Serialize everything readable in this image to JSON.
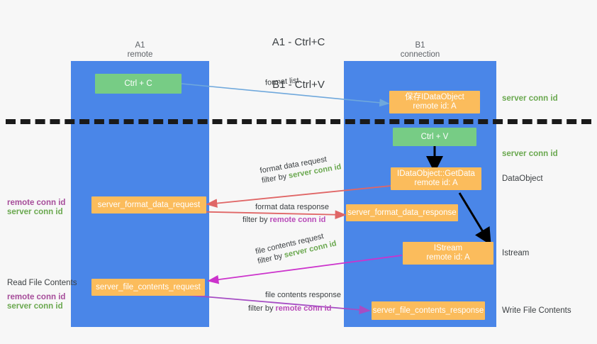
{
  "title": {
    "line1": "A1 - Ctrl+C",
    "line2": "B1 - Ctrl+V"
  },
  "colors": {
    "lane": "#4a86e8",
    "green_box": "#77cc85",
    "orange_box": "#fbbc5c",
    "server_conn": "#6aa84f",
    "remote_conn": "#b84ab8",
    "arrow_blue": "#6fa8dc",
    "arrow_red": "#e06666",
    "arrow_black": "#000000",
    "arrow_magenta": "#cc33cc",
    "arrow_purple": "#a64dc4",
    "divider": "#1a1a1a",
    "background": "#f7f7f7"
  },
  "columns": [
    {
      "name": "A1",
      "sub": "remote"
    },
    {
      "name": "B1",
      "sub": "connection"
    }
  ],
  "boxes": [
    {
      "id": "ctrl-c",
      "kind": "green",
      "line1": "Ctrl + C",
      "line2": ""
    },
    {
      "id": "save-idataobject",
      "kind": "orange",
      "line1": "保存IDataObject",
      "line2": "remote id: A"
    },
    {
      "id": "ctrl-v",
      "kind": "green",
      "line1": "Ctrl + V",
      "line2": ""
    },
    {
      "id": "idataobject-getdata",
      "kind": "orange",
      "line1": "IDataObject::GetData",
      "line2": "remote id: A"
    },
    {
      "id": "server-format-data-request",
      "kind": "orange",
      "line1": "server_format_data_request",
      "line2": ""
    },
    {
      "id": "server-format-data-response",
      "kind": "orange",
      "line1": "server_format_data_response",
      "line2": ""
    },
    {
      "id": "istream",
      "kind": "orange",
      "line1": "IStream",
      "line2": "remote id: A"
    },
    {
      "id": "server-file-contents-request",
      "kind": "orange",
      "line1": "server_file_contents_request",
      "line2": ""
    },
    {
      "id": "server-file-contents-response",
      "kind": "orange",
      "line1": "server_file_contents_response",
      "line2": ""
    }
  ],
  "right_notes": [
    {
      "id": "server-conn-id-1",
      "text": "server conn id",
      "style": "green"
    },
    {
      "id": "server-conn-id-2",
      "text": "server conn id",
      "style": "green"
    },
    {
      "id": "dataobject",
      "text": "DataObject",
      "style": "plain"
    },
    {
      "id": "istream-note",
      "text": "Istream",
      "style": "plain"
    },
    {
      "id": "write-file-contents",
      "text": "Write File Contents",
      "style": "plain"
    }
  ],
  "left_notes": [
    {
      "id": "left-remote-conn-id-1",
      "text": "remote conn id",
      "style": "purple"
    },
    {
      "id": "left-server-conn-id-1",
      "text": "server conn id",
      "style": "green"
    },
    {
      "id": "read-file-contents",
      "text": "Read File Contents",
      "style": "plain"
    },
    {
      "id": "left-remote-conn-id-2",
      "text": "remote conn id",
      "style": "purple"
    },
    {
      "id": "left-server-conn-id-2",
      "text": "server conn id",
      "style": "green"
    }
  ],
  "edges": [
    {
      "id": "format-list",
      "label": "format list",
      "filter_prefix": "",
      "filter_value": "",
      "filter_style": ""
    },
    {
      "id": "format-data-request",
      "label": "format data request",
      "filter_prefix": "filter by ",
      "filter_value": "server conn id",
      "filter_style": "green"
    },
    {
      "id": "format-data-response",
      "label": "format data response",
      "filter_prefix": "filter by ",
      "filter_value": "remote conn id",
      "filter_style": "purple"
    },
    {
      "id": "file-contents-request",
      "label": "file contents request",
      "filter_prefix": "filter by ",
      "filter_value": "server conn id",
      "filter_style": "green"
    },
    {
      "id": "file-contents-response",
      "label": "file contents response",
      "filter_prefix": "filter by ",
      "filter_value": "remote conn id",
      "filter_style": "purple"
    }
  ]
}
